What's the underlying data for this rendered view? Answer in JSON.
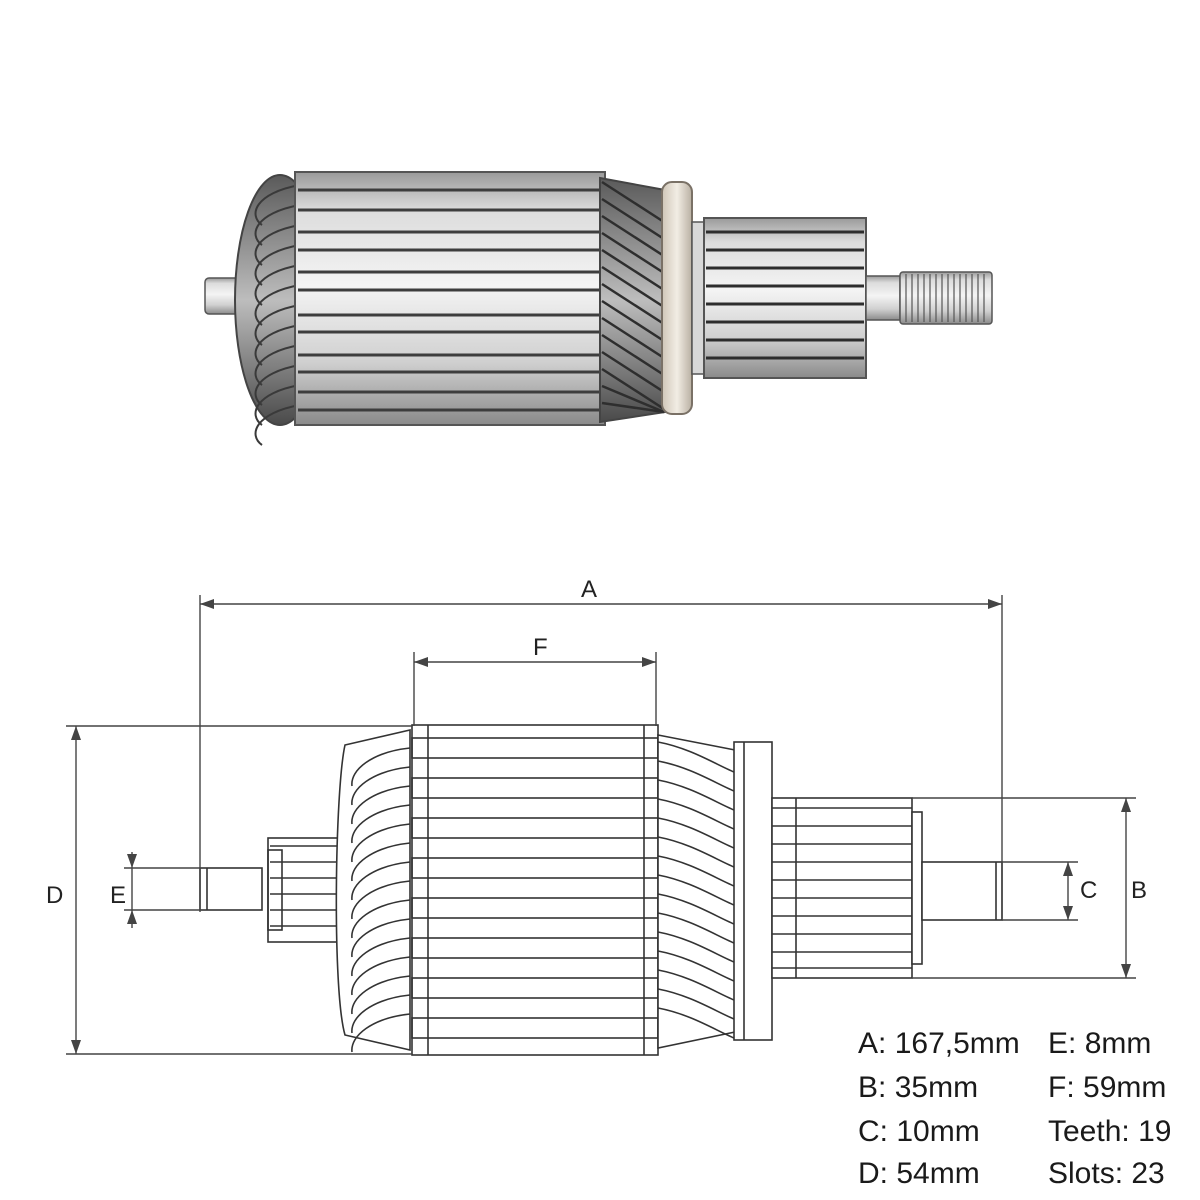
{
  "dimension_labels": {
    "a": "A",
    "b": "B",
    "c": "C",
    "d": "D",
    "e": "E",
    "f": "F"
  },
  "specs": [
    {
      "label": "A:",
      "value": "167,5mm"
    },
    {
      "label": "B:",
      "value": "35mm"
    },
    {
      "label": "C:",
      "value": "10mm"
    },
    {
      "label": "D:",
      "value": "54mm"
    },
    {
      "label": "E:",
      "value": "8mm"
    },
    {
      "label": "F:",
      "value": "59mm"
    },
    {
      "label": "Teeth:",
      "value": "19"
    },
    {
      "label": "Slots:",
      "value": "23"
    }
  ],
  "colors": {
    "line": "#333333",
    "metal_light": "#e6e6e6",
    "metal_dark": "#6e6e6e",
    "background": "#ffffff"
  }
}
